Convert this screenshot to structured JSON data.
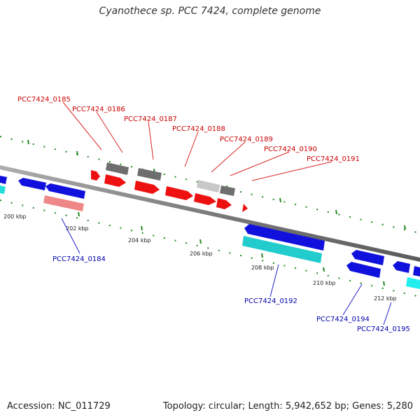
{
  "title": "Cyanothece sp. PCC 7424, complete genome",
  "footer": {
    "accession": "Accession: NC_011729",
    "summary": "Topology: circular; Length: 5,942,652 bp; Genes: 5,280"
  },
  "ruler": {
    "ticks": [
      {
        "label": "200 kbp"
      },
      {
        "label": "202 kbp"
      },
      {
        "label": "204 kbp"
      },
      {
        "label": "206 kbp"
      },
      {
        "label": "208 kbp"
      },
      {
        "label": "210 kbp"
      },
      {
        "label": "212 kbp"
      }
    ]
  },
  "gene_labels_red": [
    "PCC7424_0185",
    "PCC7424_0186",
    "PCC7424_0187",
    "PCC7424_0188",
    "PCC7424_0189",
    "PCC7424_0190",
    "PCC7424_0191"
  ],
  "gene_labels_blue": [
    "PCC7424_0184",
    "PCC7424_0192",
    "PCC7424_0194",
    "PCC7424_0195"
  ],
  "colors": {
    "backbone": "#8a8a8a",
    "forward_gene": "#ee1111",
    "reverse_gene": "#1111dd",
    "cyan_gene": "#22cccc",
    "pink_gene": "#ee8888",
    "gray_gene": "#777777",
    "light_gray_gene": "#cccccc",
    "tick": "#228822"
  }
}
